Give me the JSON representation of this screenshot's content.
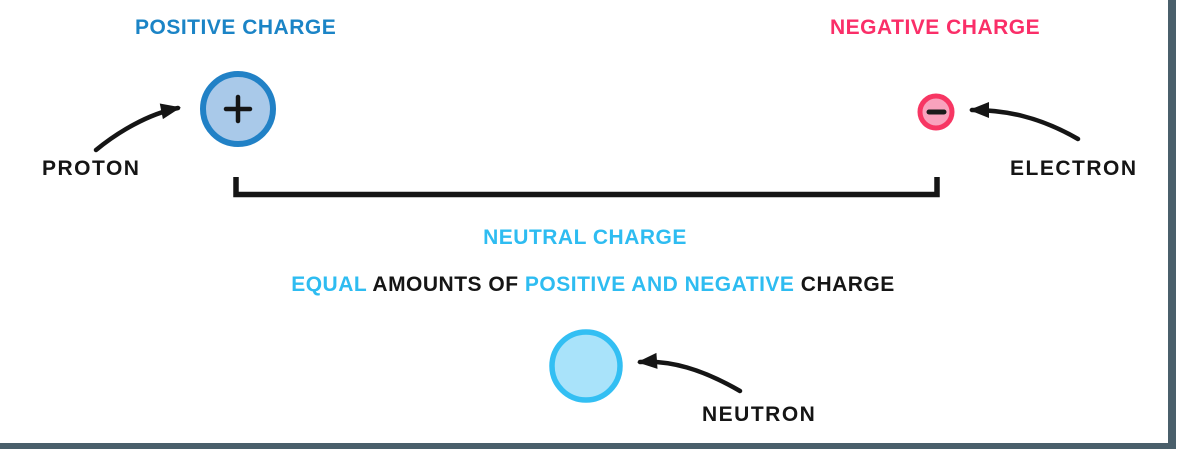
{
  "colors": {
    "positive_blue": "#1B84C6",
    "negative_pink": "#FA2E68",
    "neutral_cyan": "#2EBCF1",
    "ink_black": "#151515",
    "proton_fill": "#A9C9E9",
    "proton_border": "#2181C6",
    "electron_fill": "#F9A2BD",
    "electron_border": "#F73663",
    "electron_minus": "#1B1B1B",
    "neutron_fill": "#A9E3FA",
    "neutron_border": "#33BFF3",
    "frame_slate": "#4A5F6B"
  },
  "positive_section": {
    "heading": "POSITIVE CHARGE",
    "particle_label": "PROTON",
    "symbol": "+"
  },
  "negative_section": {
    "heading": "NEGATIVE CHARGE",
    "particle_label": "ELECTRON",
    "symbol": "−"
  },
  "neutral_section": {
    "heading": "NEUTRAL CHARGE",
    "description_parts": [
      {
        "text": "EQUAL",
        "color": "cyan"
      },
      {
        "text": " AMOUNTS OF ",
        "color": "black"
      },
      {
        "text": "POSITIVE AND NEGATIVE",
        "color": "cyan"
      },
      {
        "text": " CHARGE",
        "color": "black"
      }
    ],
    "particle_label": "NEUTRON"
  }
}
